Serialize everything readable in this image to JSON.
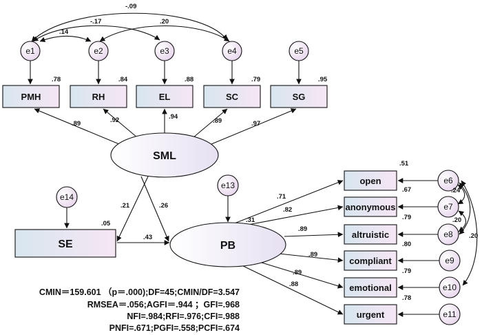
{
  "latent": {
    "sml": "SML",
    "pb": "PB"
  },
  "observed": {
    "pmh": "PMH",
    "rh": "RH",
    "el": "EL",
    "sc": "SC",
    "sg": "SG",
    "se": "SE",
    "open": "open",
    "anonymous": "anonymous",
    "altruistic": "altruistic",
    "compliant": "compliant",
    "emotional": "emotional",
    "urgent": "urgent"
  },
  "errors": {
    "e1": "e1",
    "e2": "e2",
    "e3": "e3",
    "e4": "e4",
    "e5": "e5",
    "e6": "e6",
    "e7": "e7",
    "e8": "e8",
    "e9": "e9",
    "e10": "e10",
    "e11": "e11",
    "e13": "e13",
    "e14": "e14"
  },
  "coefficients": {
    "e1_e4": "-.09",
    "e1_e2": ".14",
    "e1_e3": "-.17",
    "e2_e4": ".20",
    "r2_pmh": ".78",
    "r2_rh": ".84",
    "r2_el": ".88",
    "r2_sc": ".79",
    "r2_sg": ".95",
    "sml_pmh": ".89",
    "sml_rh": ".92",
    "sml_el": ".94",
    "sml_sc": ".89",
    "sml_sg": ".97",
    "sml_se": ".21",
    "sml_pb": ".26",
    "se_pb": ".43",
    "r2_se": ".05",
    "r2_pb": ".31",
    "pb_open": ".71",
    "pb_anonymous": ".82",
    "pb_altruistic": ".89",
    "pb_compliant": ".89",
    "pb_emotional": ".89",
    "pb_urgent": ".88",
    "r2_open": ".51",
    "r2_anonymous": ".67",
    "r2_altruistic": ".79",
    "r2_compliant": ".80",
    "r2_emotional": ".79",
    "r2_urgent": ".78",
    "e6_e7": ".24",
    "e7_e8": ".20",
    "e6_e10": ".20"
  },
  "fit": {
    "line1": "CMIN＝159.601 （p＝.000);DF=45;CMIN/DF=3.547",
    "line2": "RMSEA＝.056;AGFI＝.944 ；GFI=.968",
    "line3": "NFI=.984;RFI=.976;CFI=.988",
    "line4": "PNFI=.671;PGFI=.558;PCFI=.674"
  }
}
